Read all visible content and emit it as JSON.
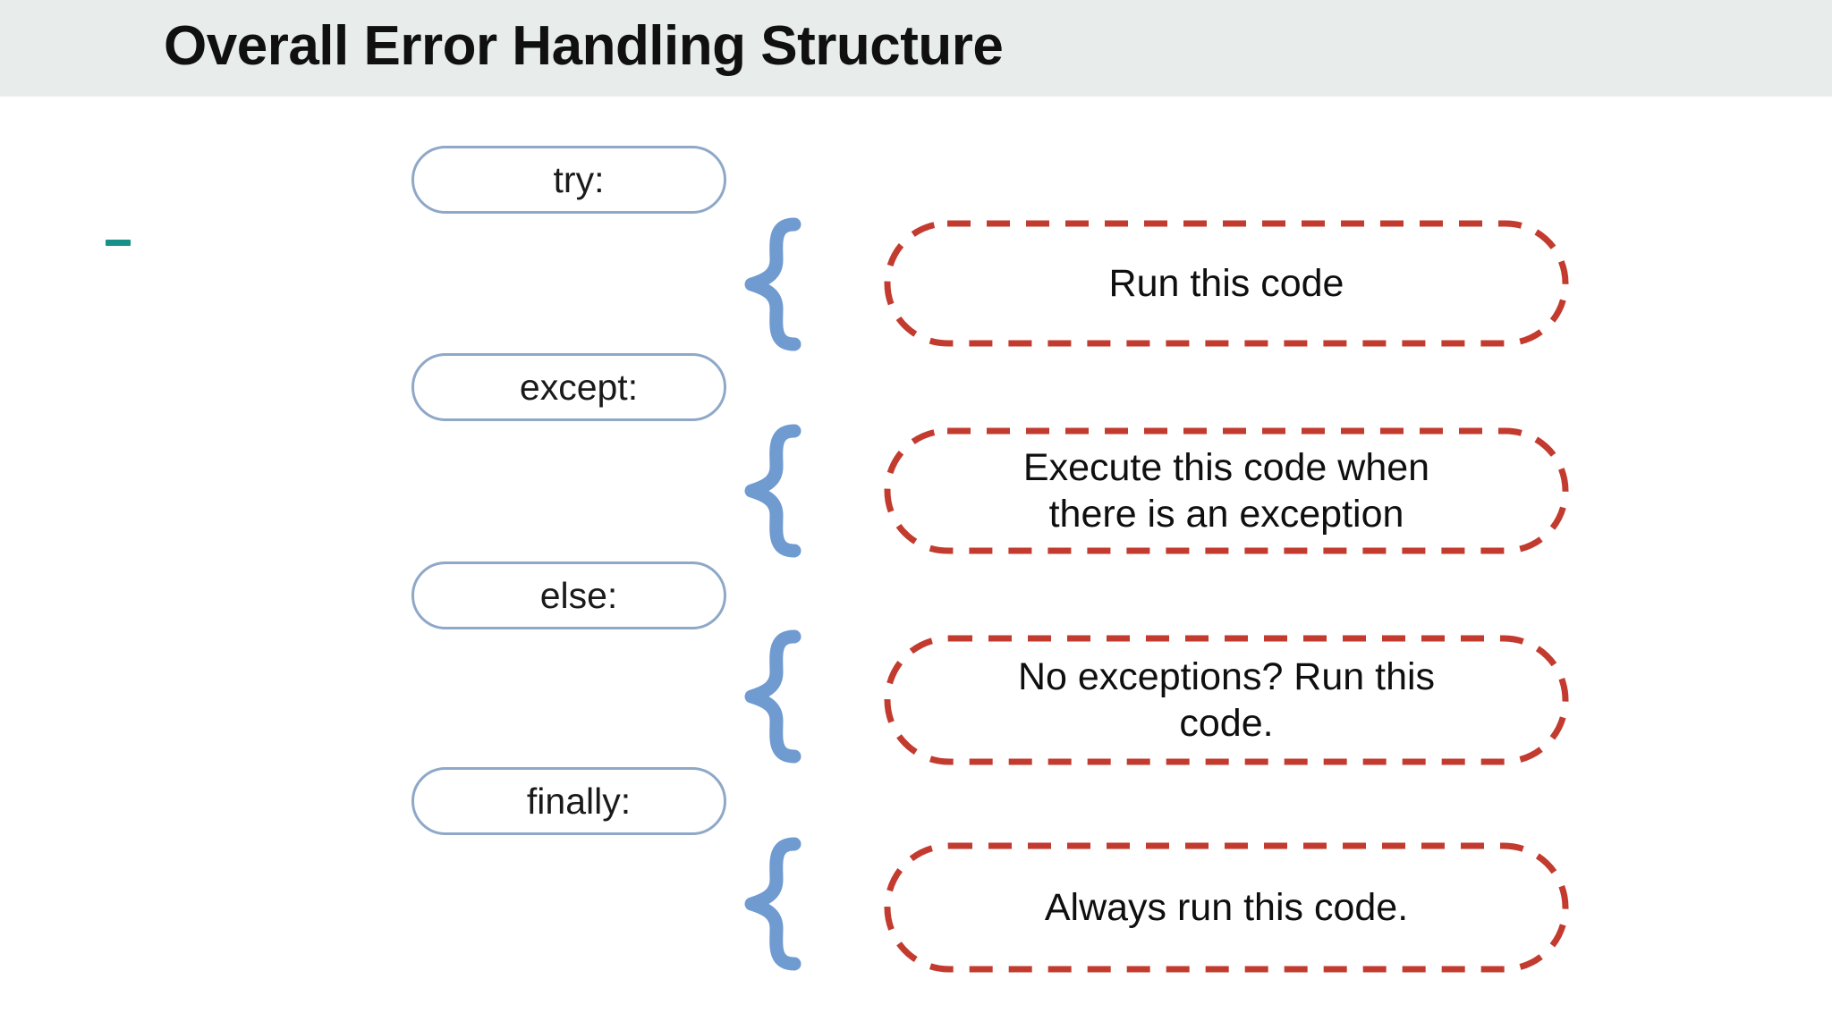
{
  "header": {
    "title": "Overall Error Handling Structure",
    "banner_color": "#e8edec",
    "title_color": "#101010"
  },
  "bullet": {
    "name": "teal-dash",
    "color": "#1a9188"
  },
  "diagram": {
    "type": "flow-structure",
    "pill_border_color": "#8fa8c8",
    "brace_color": "#6f9bd1",
    "dashed_box_color": "#c23b2e",
    "brace_glyph": "{",
    "rows": [
      {
        "keyword": "try:",
        "brace": "{",
        "description": "Run this code"
      },
      {
        "keyword": "except:",
        "brace": "{",
        "description": "Execute this code when\nthere is an exception"
      },
      {
        "keyword": "else:",
        "brace": "{",
        "description": "No exceptions? Run this\ncode."
      },
      {
        "keyword": "finally:",
        "brace": "{",
        "description": "Always run this code."
      }
    ]
  }
}
